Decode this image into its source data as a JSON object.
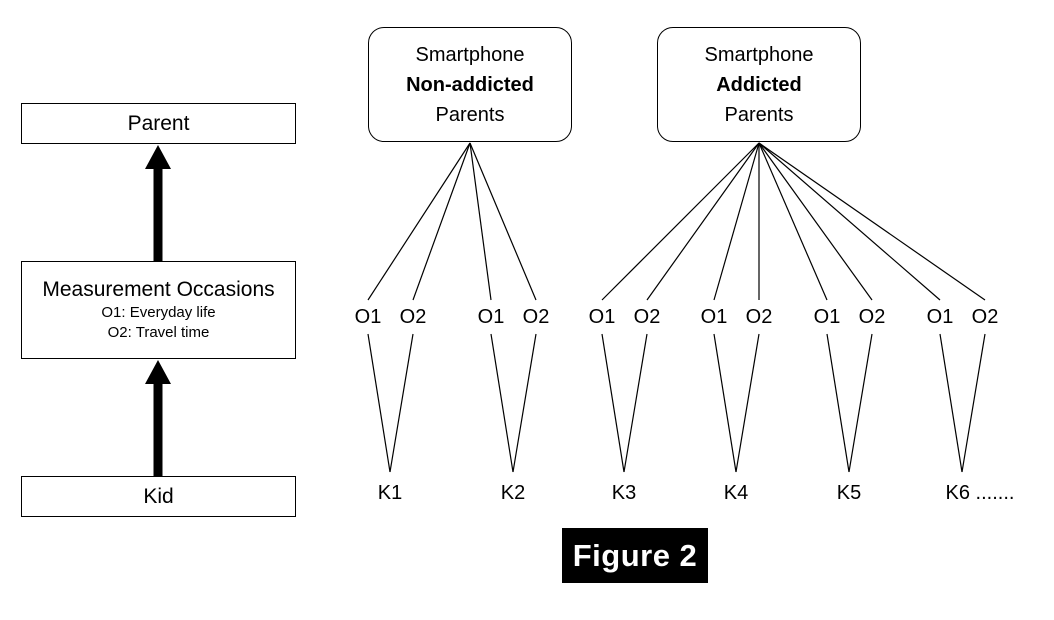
{
  "figure": {
    "caption": "Figure 2"
  },
  "left_model": {
    "levels": [
      {
        "id": "parent",
        "title": "Parent",
        "sub_lines": []
      },
      {
        "id": "measurement-occasions",
        "title": "Measurement Occasions",
        "sub_lines": [
          "O1: Everyday life",
          "O2: Travel time"
        ]
      },
      {
        "id": "kid",
        "title": "Kid",
        "sub_lines": []
      }
    ],
    "arrows": [
      {
        "id": "kid-to-occasions",
        "direction": "up"
      },
      {
        "id": "occasions-to-parent",
        "direction": "up"
      }
    ]
  },
  "right_model": {
    "groups": [
      {
        "id": "non-addicted",
        "line1": "Smartphone",
        "line2": "Non-addicted",
        "line3": "Parents",
        "kids": [
          {
            "id": "K1",
            "label": "K1",
            "occasions": [
              "O1",
              "O2"
            ]
          },
          {
            "id": "K2",
            "label": "K2",
            "occasions": [
              "O1",
              "O2"
            ]
          }
        ]
      },
      {
        "id": "addicted",
        "line1": "Smartphone",
        "line2": "Addicted",
        "line3": "Parents",
        "kids": [
          {
            "id": "K3",
            "label": "K3",
            "occasions": [
              "O1",
              "O2"
            ]
          },
          {
            "id": "K4",
            "label": "K4",
            "occasions": [
              "O1",
              "O2"
            ]
          },
          {
            "id": "K5",
            "label": "K5",
            "occasions": [
              "O1",
              "O2"
            ]
          },
          {
            "id": "K6",
            "label": "K6 .......",
            "occasions": [
              "O1",
              "O2"
            ]
          }
        ]
      }
    ]
  },
  "colors": {
    "stroke": "#000000",
    "background": "#ffffff",
    "caption_background": "#000000",
    "caption_text": "#ffffff"
  }
}
